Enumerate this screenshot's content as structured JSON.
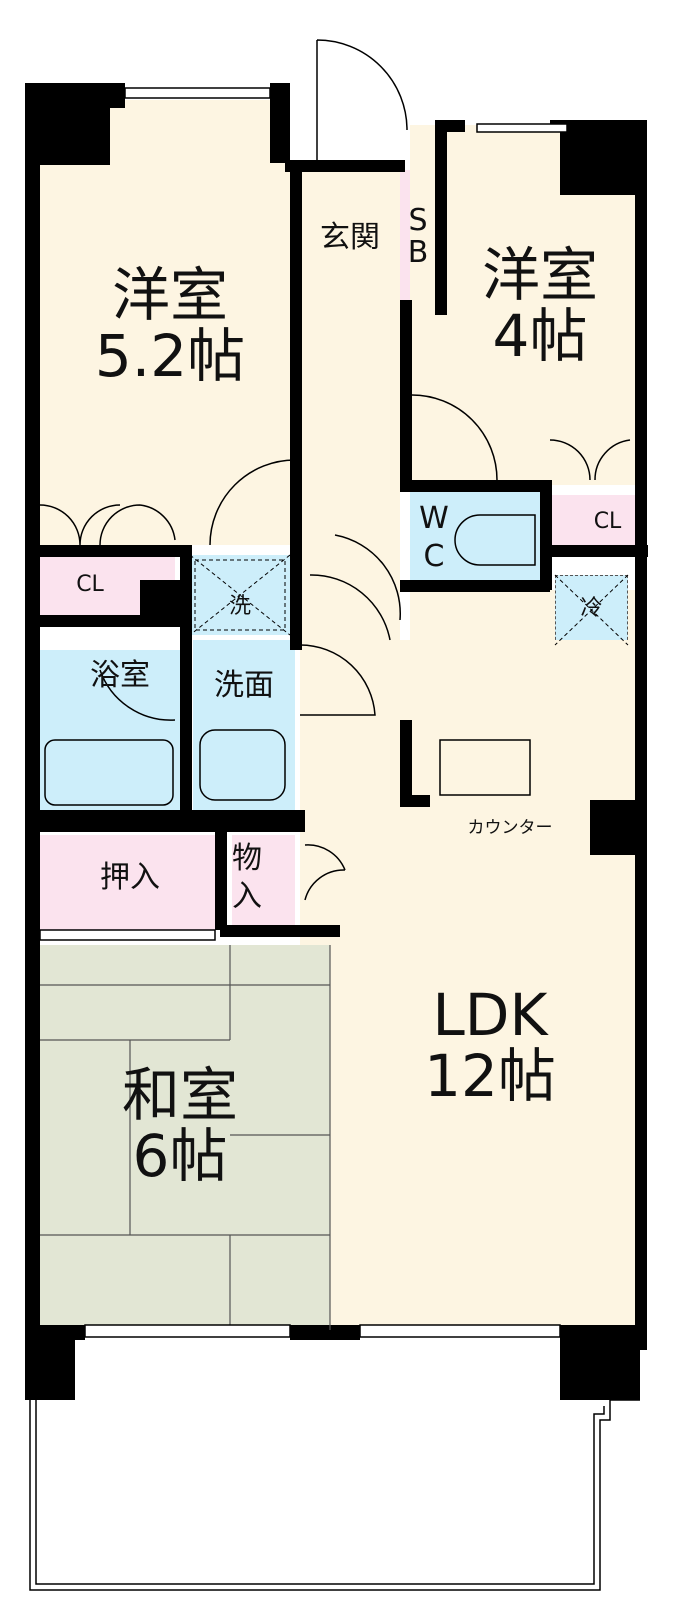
{
  "title": "3LDK floor plan",
  "rooms": {
    "western_1": {
      "name": "洋室",
      "size": "5.2帖"
    },
    "western_2": {
      "name": "洋室",
      "size": "4帖"
    },
    "entrance": "玄関",
    "shoe_box": "SB",
    "toilet": "WC",
    "closet_left": "CL",
    "closet_right": "CL",
    "washer": "洗",
    "fridge": "冷",
    "bath": "浴室",
    "washroom": "洗面",
    "oshiire": "押入",
    "storage": "物入",
    "counter": "カウンター",
    "japanese": {
      "name": "和室",
      "size": "6帖"
    },
    "ldk": {
      "name": "LDK",
      "size": "12帖"
    }
  },
  "colors": {
    "room": "#fdf5e2",
    "storage": "#fbe3ee",
    "wet": "#cdeefa",
    "tatami": "#e2e6d4",
    "wall": "#000000"
  }
}
